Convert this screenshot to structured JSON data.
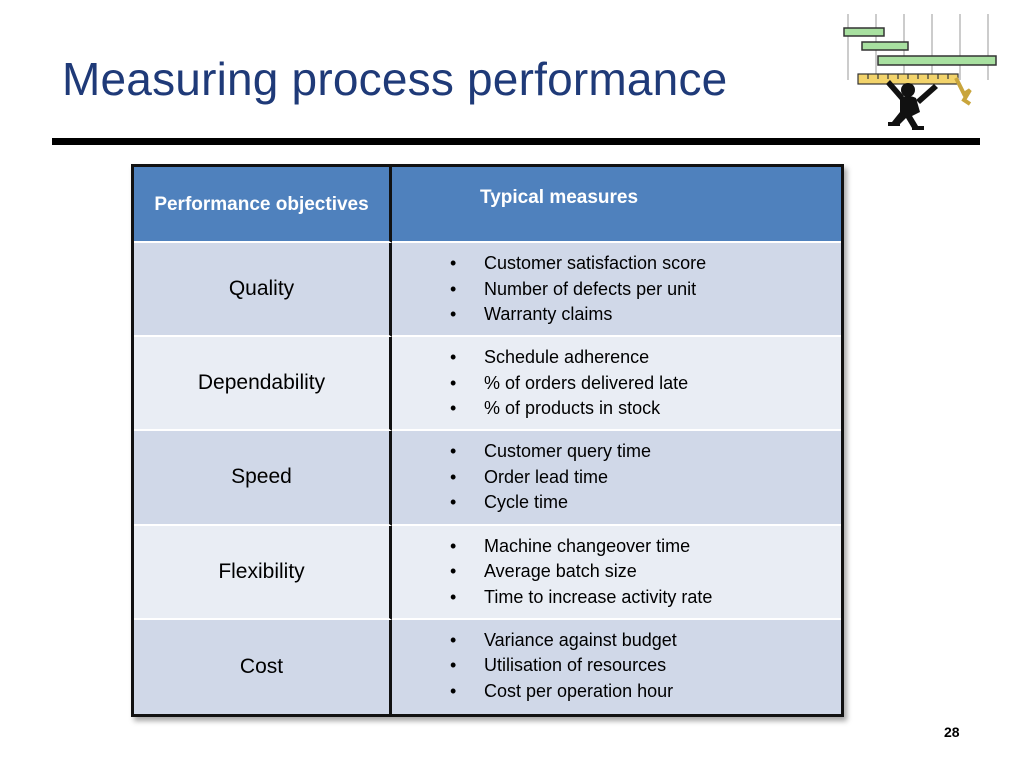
{
  "slide": {
    "title": "Measuring process performance",
    "page_number": "28"
  },
  "table": {
    "headers": [
      "Performance objectives",
      "Typical measures"
    ],
    "rows": [
      {
        "objective": "Quality",
        "measures": [
          "Customer satisfaction score",
          "Number of defects per unit",
          "Warranty claims"
        ]
      },
      {
        "objective": "Dependability",
        "measures": [
          "Schedule adherence",
          "% of orders delivered late",
          "% of products in stock"
        ]
      },
      {
        "objective": "Speed",
        "measures": [
          "Customer query time",
          "Order lead time",
          "Cycle time"
        ]
      },
      {
        "objective": "Flexibility",
        "measures": [
          "Machine changeover time",
          "Average batch size",
          "Time to increase activity rate"
        ]
      },
      {
        "objective": "Cost",
        "measures": [
          "Variance against budget",
          "Utilisation of resources",
          "Cost per operation hour"
        ]
      }
    ]
  },
  "icons": {
    "bullet": "•",
    "clipart": "person-holding-ruler-with-gantt-bars-icon"
  },
  "colors": {
    "title": "#1f3a78",
    "header_bg": "#4f81bd",
    "row_dark": "#d0d8e8",
    "row_light": "#e9edf4"
  }
}
